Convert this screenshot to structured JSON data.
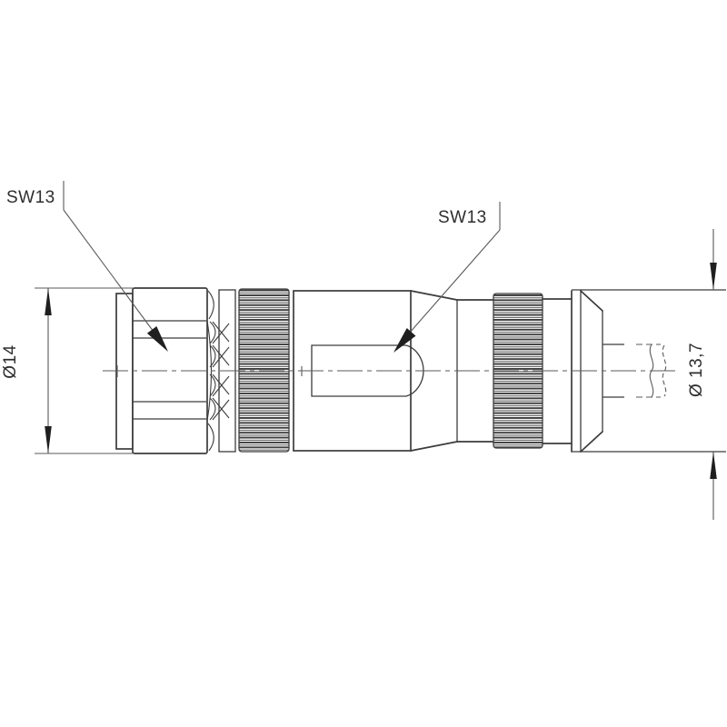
{
  "drawing": {
    "type": "technical-drawing",
    "subject": "circular-cable-connector-side-view",
    "labels": {
      "wrench_left": "SW13",
      "wrench_mid": "SW13",
      "dia_left": "Ø14",
      "dia_right": "Ø 13,7"
    },
    "colors": {
      "outline": "#3c3c3c",
      "thin": "#5a5a5a",
      "fill": "#ffffff",
      "text": "#2e2e2e"
    }
  }
}
